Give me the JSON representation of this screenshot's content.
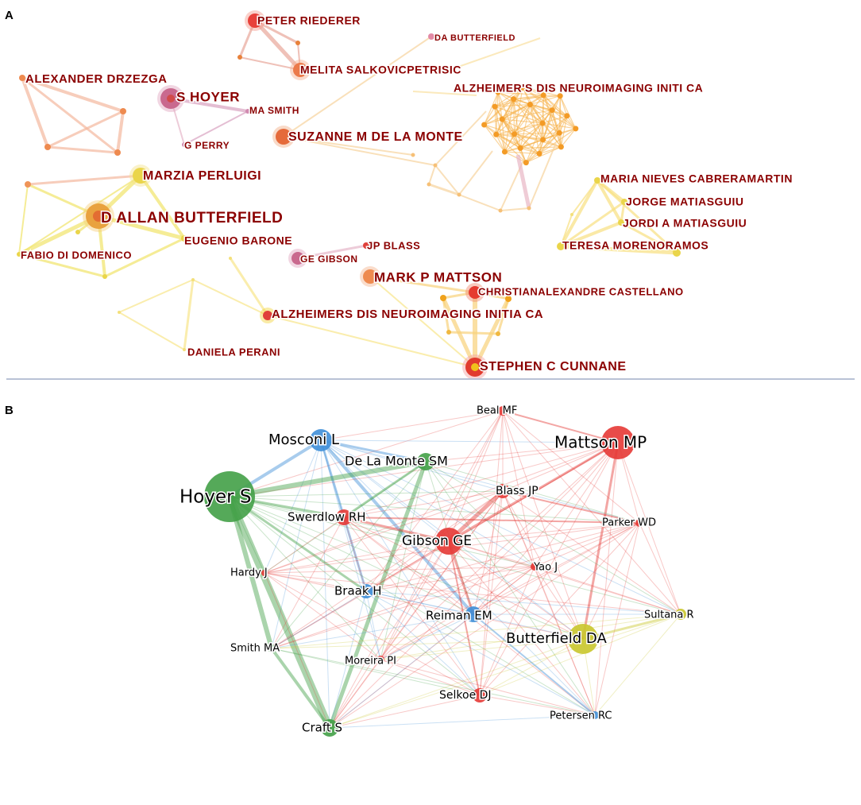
{
  "panels": {
    "a": {
      "letter": "A",
      "labels": [
        {
          "id": "riederer",
          "text": "PETER RIEDERER"
        },
        {
          "id": "da_butterfield",
          "text": "DA BUTTERFIELD"
        },
        {
          "id": "drzezga",
          "text": "ALEXANDER DRZEZGA"
        },
        {
          "id": "salkovic",
          "text": "MELITA SALKOVICPETRISIC"
        },
        {
          "id": "adni_ca",
          "text": "ALZHEIMER'S DIS NEUROIMAGING INITI CA"
        },
        {
          "id": "s_hoyer",
          "text": "S HOYER"
        },
        {
          "id": "ma_smith",
          "text": "MA SMITH"
        },
        {
          "id": "g_perry",
          "text": "G PERRY"
        },
        {
          "id": "de_la_monte",
          "text": "SUZANNE M DE LA MONTE"
        },
        {
          "id": "perluigi",
          "text": "MARZIA PERLUIGI"
        },
        {
          "id": "cabrera",
          "text": "MARIA NIEVES CABRERAMARTIN"
        },
        {
          "id": "jorge",
          "text": "JORGE MATIASGUIU"
        },
        {
          "id": "d_allan",
          "text": "D ALLAN BUTTERFIELD"
        },
        {
          "id": "jordi",
          "text": "JORDI A MATIASGUIU"
        },
        {
          "id": "barone",
          "text": "EUGENIO BARONE"
        },
        {
          "id": "jp_blass",
          "text": "JP BLASS"
        },
        {
          "id": "teresa",
          "text": "TERESA MORENORAMOS"
        },
        {
          "id": "fabio",
          "text": "FABIO DI DOMENICO"
        },
        {
          "id": "ge_gibson",
          "text": "GE GIBSON"
        },
        {
          "id": "mark",
          "text": "MARK P MATTSON"
        },
        {
          "id": "castellano",
          "text": "CHRISTIANALEXANDRE CASTELLANO"
        },
        {
          "id": "adni_initia",
          "text": "ALZHEIMERS DIS NEUROIMAGING INITIA CA"
        },
        {
          "id": "perani",
          "text": "DANIELA PERANI"
        },
        {
          "id": "cunnane",
          "text": "STEPHEN C CUNNANE"
        }
      ]
    },
    "b": {
      "letter": "B",
      "clusters": {
        "red": "#e53935",
        "green": "#43a047",
        "blue": "#3f8fd8",
        "yellow": "#c9c72c"
      },
      "nodes": [
        {
          "id": "beal",
          "label": "Beal MF",
          "cluster": "red"
        },
        {
          "id": "mosconi",
          "label": "Mosconi L",
          "cluster": "blue"
        },
        {
          "id": "mattson",
          "label": "Mattson MP",
          "cluster": "red"
        },
        {
          "id": "delamonte",
          "label": "De La Monte SM",
          "cluster": "green"
        },
        {
          "id": "hoyer",
          "label": "Hoyer S",
          "cluster": "green"
        },
        {
          "id": "blass",
          "label": "Blass JP",
          "cluster": "red"
        },
        {
          "id": "swerdlow",
          "label": "Swerdlow RH",
          "cluster": "red"
        },
        {
          "id": "parker",
          "label": "Parker WD",
          "cluster": "red"
        },
        {
          "id": "gibson",
          "label": "Gibson GE",
          "cluster": "red"
        },
        {
          "id": "hardy",
          "label": "Hardy J",
          "cluster": "red"
        },
        {
          "id": "yao",
          "label": "Yao J",
          "cluster": "red"
        },
        {
          "id": "braak",
          "label": "Braak H",
          "cluster": "blue"
        },
        {
          "id": "reiman",
          "label": "Reiman EM",
          "cluster": "blue"
        },
        {
          "id": "sultana",
          "label": "Sultana R",
          "cluster": "yellow"
        },
        {
          "id": "butterfield",
          "label": "Butterfield DA",
          "cluster": "yellow"
        },
        {
          "id": "smith",
          "label": "Smith MA",
          "cluster": "green"
        },
        {
          "id": "moreira",
          "label": "Moreira PI",
          "cluster": "red"
        },
        {
          "id": "selkoe",
          "label": "Selkoe DJ",
          "cluster": "red"
        },
        {
          "id": "petersen",
          "label": "Petersen RC",
          "cluster": "blue"
        },
        {
          "id": "craft",
          "label": "Craft S",
          "cluster": "green"
        }
      ]
    }
  }
}
